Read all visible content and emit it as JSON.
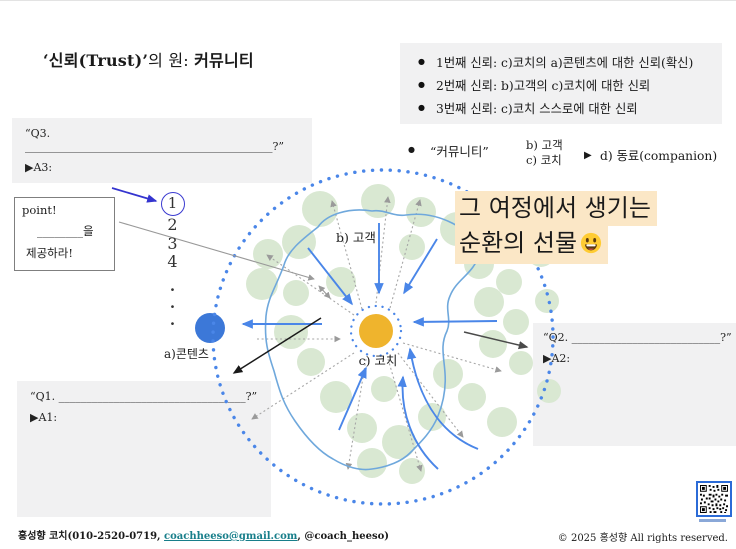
{
  "title": {
    "t1": "‘신뢰(Trust)’",
    "t2": "의 원: ",
    "t3": "커뮤니티"
  },
  "trust": {
    "bullet": "●",
    "items": [
      "1번째 신뢰: c)코치의 a)콘텐츠에 대한 신뢰(확신)",
      "2번째 신뢰: b)고객의 c)코치에 대한 신뢰",
      "3번째 신뢰: c)코치 스스로에 대한 신뢰"
    ]
  },
  "community": {
    "bullet": "●",
    "label": "“커뮤니티”",
    "option_top": "b) 고객",
    "option_bottom": "c) 코치",
    "arrow": "▶",
    "result": "d) 동료(companion)"
  },
  "qa": {
    "q3": "“Q3. _____________________________________________?”",
    "a3": "▶A3:",
    "q2": "“Q2. ___________________________?”",
    "a2": "▶A2:",
    "q1": "“Q1. __________________________________?”",
    "a1": "▶A1:"
  },
  "point_box": {
    "line1": "point!",
    "line2": "________을",
    "line3": "제공하라!"
  },
  "sequence": {
    "n1": "1",
    "n2": "2",
    "n3": "3",
    "n4": "4",
    "d1": ".",
    "d2": ".",
    "d3": "."
  },
  "diagram": {
    "label_customer": "b) 고객",
    "label_coach": "c) 코치",
    "label_content": "a)콘텐츠",
    "gift_line1": "그 여정에서 생기는",
    "gift_line2": "순환의 선물",
    "emoji": "grinning-face",
    "colors": {
      "dotted_ring": "#4a86e8",
      "coach_circle": "#efb42d",
      "content_circle": "#3c78d8",
      "member_circle": "#d9e8d2",
      "loop": "#6fa8dc",
      "highlight": "#fbe7c6"
    }
  },
  "footer": {
    "left_prefix": "홍성향 코치(010-2520-0719, ",
    "email": "coachheeso@gmail.com",
    "left_suffix": ", @coach_heeso)",
    "right": "© 2025 홍성향 All rights reserved."
  }
}
